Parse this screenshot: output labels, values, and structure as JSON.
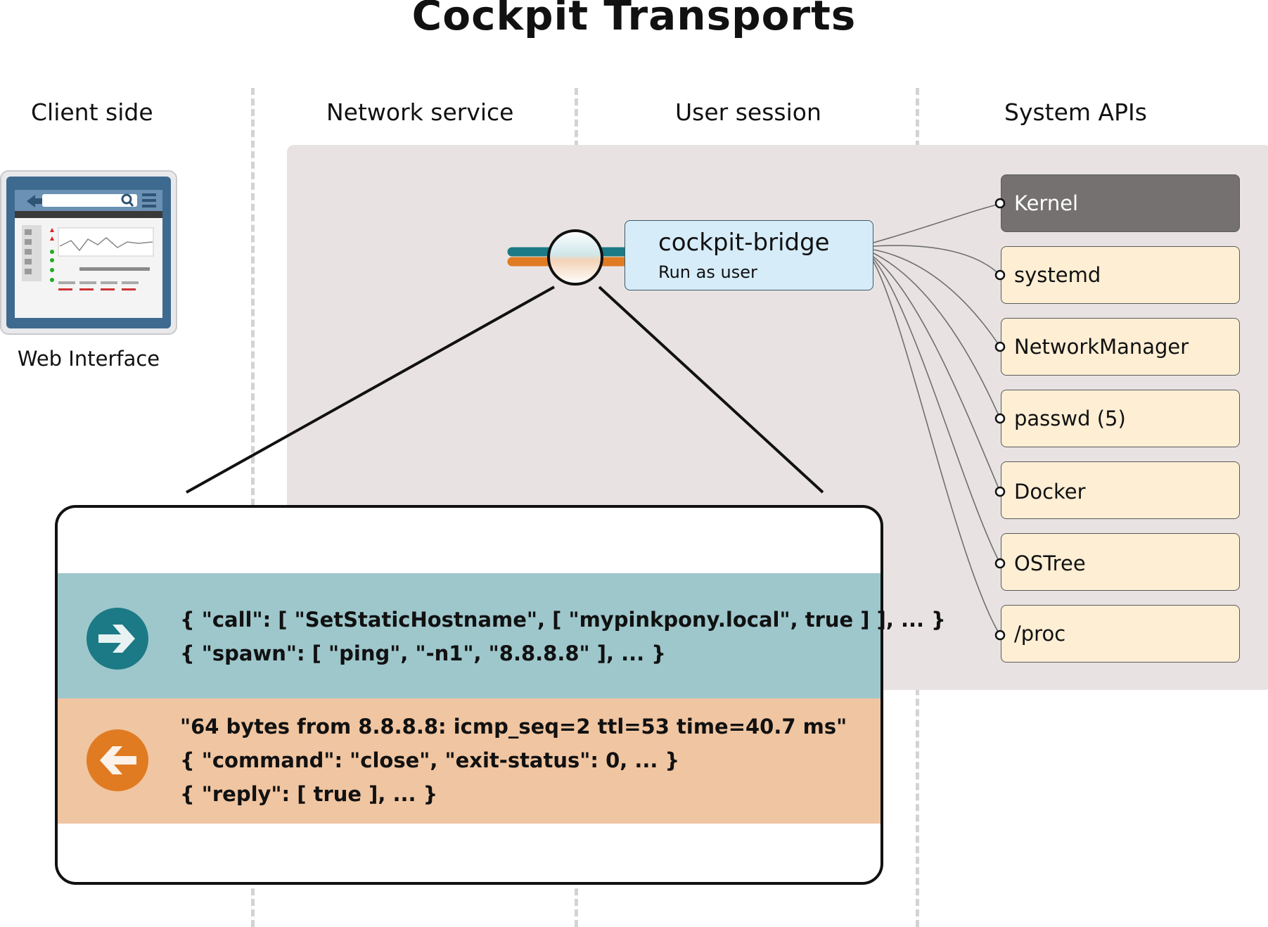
{
  "title": "Cockpit Transports",
  "columns": [
    "Client side",
    "Network service",
    "User session",
    "System APIs"
  ],
  "client": {
    "label": "Web Interface"
  },
  "bridge": {
    "name": "cockpit-bridge",
    "subtitle": "Run as user"
  },
  "system_apis": [
    "Kernel",
    "systemd",
    "NetworkManager",
    "passwd (5)",
    "Docker",
    "OSTree",
    "/proc"
  ],
  "messages": {
    "outgoing": [
      "{ \"call\": [ \"SetStaticHostname\", [ \"mypinkpony.local\", true ] ], ... }",
      "{ \"spawn\": [ \"ping\", \"-n1\", \"8.8.8.8\" ], ... }"
    ],
    "incoming": [
      "\"64 bytes from 8.8.8.8: icmp_seq=2 ttl=53 time=40.7 ms\"",
      "{ \"command\": \"close\", \"exit-status\": 0, ... }",
      "{ \"reply\": [ true ], ... }"
    ]
  },
  "colors": {
    "outgoing": "#1b7a85",
    "incoming": "#e07b22",
    "bridge_fill": "#d6ecf9",
    "api_fill": "#fdeed4",
    "kernel_fill": "#757171",
    "panel": "#e8e3e2"
  }
}
